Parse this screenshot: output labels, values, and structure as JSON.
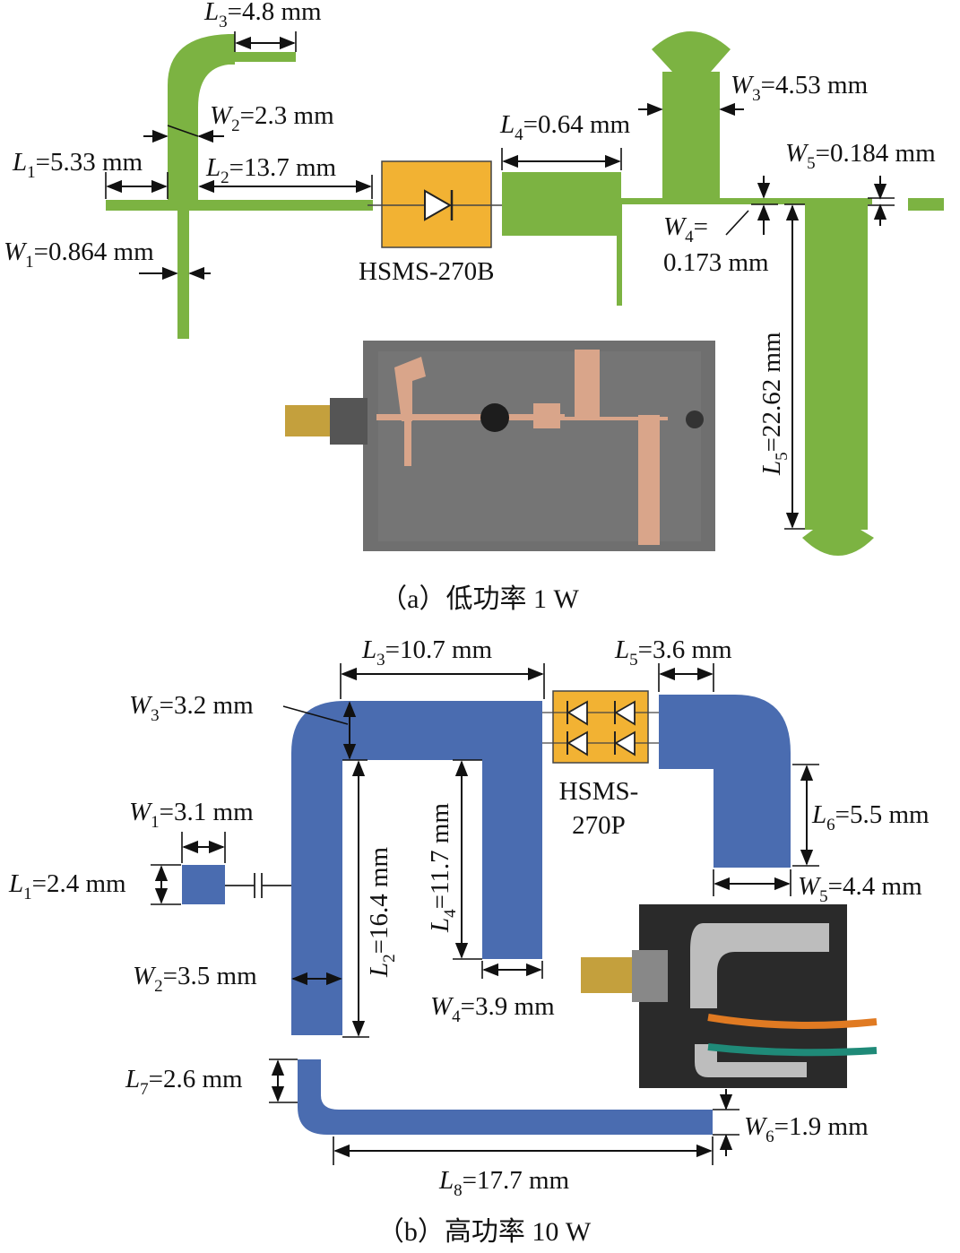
{
  "colors": {
    "green_trace": "#7cb342",
    "blue_trace": "#4a6cb0",
    "diode_box": "#f2b233",
    "pcb_gray": "#6f6f6f",
    "pcb_dark": "#2a2a2a",
    "copper": "#d9a58a"
  },
  "panel_a": {
    "caption": "（a）低功率 1 W",
    "diode_label": "HSMS-270B",
    "dims": {
      "L1": {
        "sym": "L",
        "sub": "1",
        "val": "=5.33 mm"
      },
      "L2": {
        "sym": "L",
        "sub": "2",
        "val": "=13.7 mm"
      },
      "L3": {
        "sym": "L",
        "sub": "3",
        "val": "=4.8 mm"
      },
      "L4": {
        "sym": "L",
        "sub": "4",
        "val": "=0.64 mm"
      },
      "L5": {
        "sym": "L",
        "sub": "5",
        "val": "=22.62 mm"
      },
      "W1": {
        "sym": "W",
        "sub": "1",
        "val": "=0.864 mm"
      },
      "W2": {
        "sym": "W",
        "sub": "2",
        "val": "=2.3 mm"
      },
      "W3": {
        "sym": "W",
        "sub": "3",
        "val": "=4.53 mm"
      },
      "W4": {
        "sym": "W",
        "sub": "4",
        "val": "=",
        "val2": "0.173 mm"
      },
      "W5": {
        "sym": "W",
        "sub": "5",
        "val": "=0.184 mm"
      }
    }
  },
  "panel_b": {
    "caption": "（b）高功率 10 W",
    "diode_label_1": "HSMS-",
    "diode_label_2": "270P",
    "dims": {
      "L1": {
        "sym": "L",
        "sub": "1",
        "val": "=2.4 mm"
      },
      "L2": {
        "sym": "L",
        "sub": "2",
        "val": "=16.4 mm"
      },
      "L3": {
        "sym": "L",
        "sub": "3",
        "val": "=10.7 mm"
      },
      "L4": {
        "sym": "L",
        "sub": "4",
        "val": "=11.7 mm"
      },
      "L5": {
        "sym": "L",
        "sub": "5",
        "val": "=3.6 mm"
      },
      "L6": {
        "sym": "L",
        "sub": "6",
        "val": "=5.5 mm"
      },
      "L7": {
        "sym": "L",
        "sub": "7",
        "val": "=2.6 mm"
      },
      "L8": {
        "sym": "L",
        "sub": "8",
        "val": "=17.7 mm"
      },
      "W1": {
        "sym": "W",
        "sub": "1",
        "val": "=3.1 mm"
      },
      "W2": {
        "sym": "W",
        "sub": "2",
        "val": "=3.5 mm"
      },
      "W3": {
        "sym": "W",
        "sub": "3",
        "val": "=3.2 mm"
      },
      "W4": {
        "sym": "W",
        "sub": "4",
        "val": "=3.9 mm"
      },
      "W5": {
        "sym": "W",
        "sub": "5",
        "val": "=4.4 mm"
      },
      "W6": {
        "sym": "W",
        "sub": "6",
        "val": "=1.9 mm"
      }
    }
  }
}
